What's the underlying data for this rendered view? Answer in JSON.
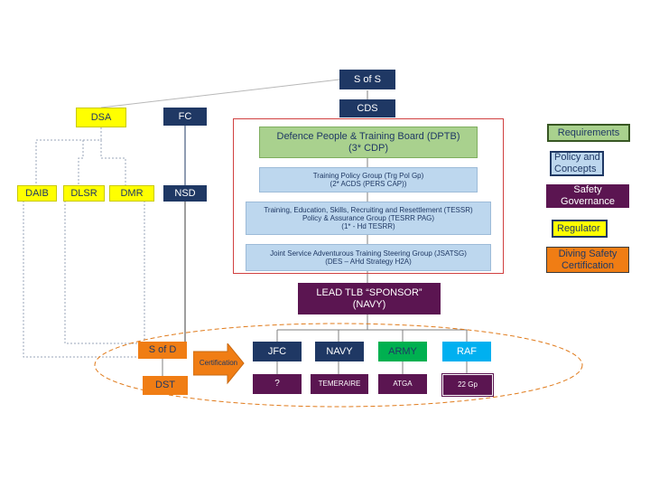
{
  "nodes": {
    "sofs": "S of S",
    "cds": "CDS",
    "dsa": "DSA",
    "fc": "FC",
    "daib": "DAIB",
    "dlsr": "DLSR",
    "dmr": "DMR",
    "nsd": "NSD",
    "dptb": [
      "Defence People & Training Board (DPTB)",
      "(3* CDP)"
    ],
    "tpg": [
      "Training Policy Group (Trg Pol Gp)",
      "(2* ACDS (PERS CAP))"
    ],
    "tessr": [
      "Training, Education, Skills, Recruiting and Resettlement (TESSR)",
      "Policy & Assurance Group (TESRR PAG)",
      "(1* - Hd TESRR)"
    ],
    "jsatsg": [
      "Joint Service Adventurous Training Steering Group (JSATSG)",
      "(DES – AHd Strategy H2A)"
    ],
    "sponsor": [
      "LEAD TLB “SPONSOR”",
      "(NAVY)"
    ],
    "sofd": "S of D",
    "dst": "DST",
    "jfc": "JFC",
    "navy": "NAVY",
    "army": "ARMY",
    "raf": "RAF",
    "jfc_unit": "?",
    "navy_unit": "TEMERAIRE",
    "army_unit": "ATGA",
    "raf_unit": "22 Gp",
    "certification": "Certification"
  },
  "legend": {
    "requirements": "Requirements",
    "policy": [
      "Policy and",
      "Concepts"
    ],
    "safety": [
      "Safety",
      "Governance"
    ],
    "regulator": "Regulator",
    "diving": [
      "Diving Safety",
      "Certification"
    ]
  },
  "colors": {
    "navy": "#1f3864",
    "yellow": "#ffff00",
    "green": "#a9d18e",
    "light_blue": "#bdd7ee",
    "purple": "#5b1551",
    "orange": "#f07d14",
    "red_frame": "#d04040",
    "teal_arrow": "#00a8a8",
    "raf_blue": "#00b0f0",
    "army_green": "#00b050"
  }
}
